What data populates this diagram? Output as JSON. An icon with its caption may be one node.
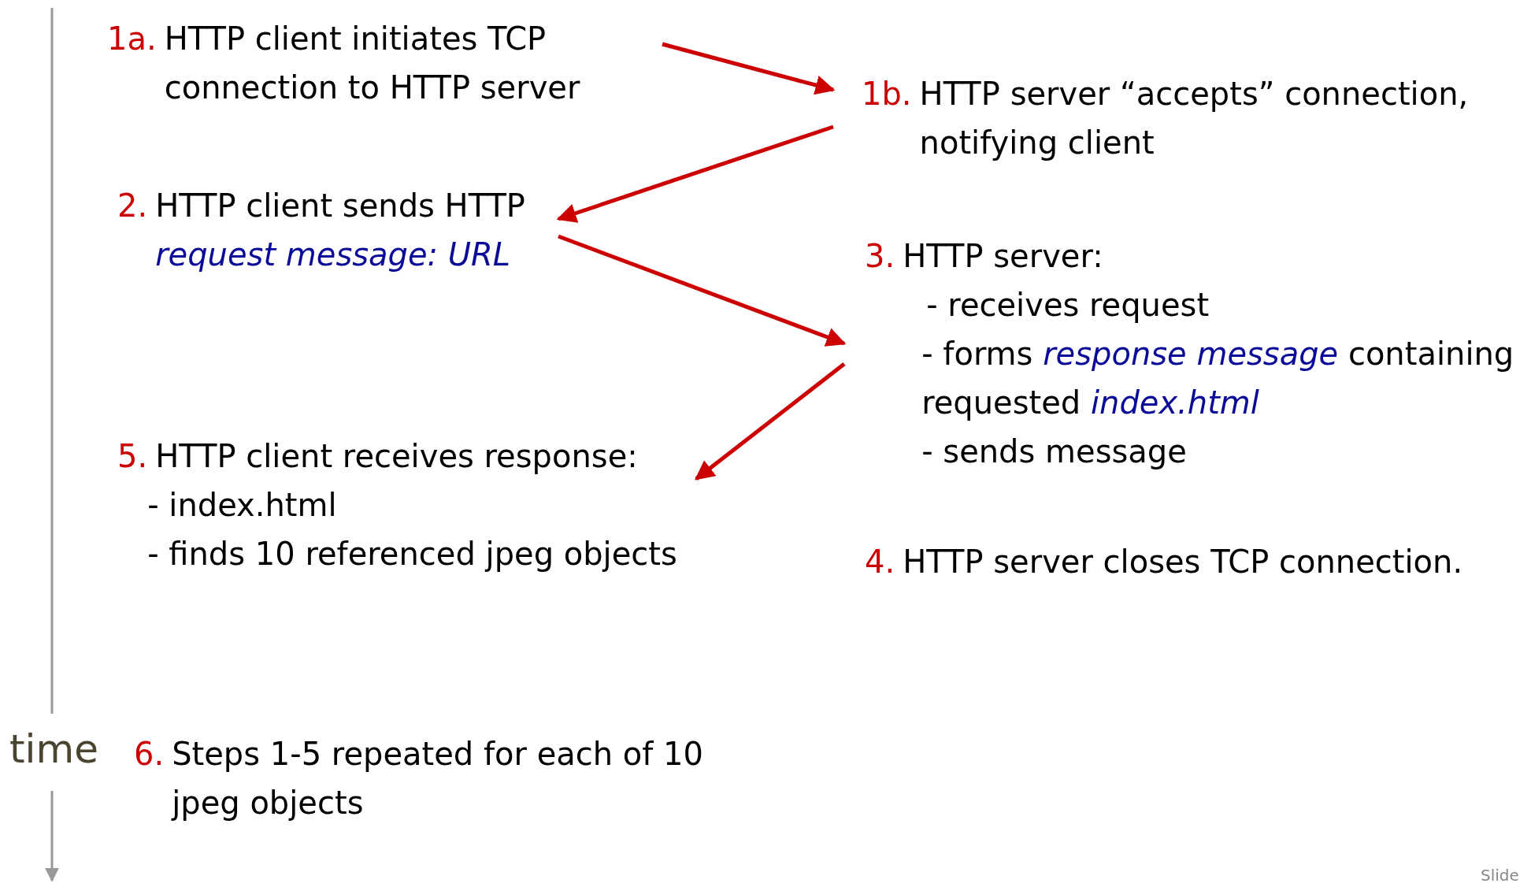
{
  "diagram": {
    "nodes": [
      {
        "text": [
          "1a.",
          "HTTP client initiates TCP connection to HTTP server"
        ]
      },
      {
        "text": [
          "1b.",
          "HTTP server “accepts” connection, notifying client"
        ]
      },
      {
        "text": [
          "2.",
          "HTTP client sends HTTP *request message: URL*"
        ]
      },
      {
        "text": [
          "3.",
          "HTTP server:",
          "- receives request",
          "- forms *response message* containing requested *index.html*",
          "- sends message"
        ]
      },
      {
        "text": [
          "4.",
          "HTTP server closes TCP connection."
        ]
      },
      {
        "text": [
          "5.",
          "HTTP client receives response:",
          "- index.html",
          "- finds 10 referenced jpeg objects"
        ]
      },
      {
        "text": [
          "6.",
          "Steps 1-5 repeated for each of 10 jpeg objects"
        ]
      }
    ],
    "edges": [
      {
        "from": 0,
        "to": 1,
        "arrow": "to"
      },
      {
        "from": 1,
        "to": 2,
        "arrow": "to"
      },
      {
        "from": 2,
        "to": 3,
        "arrow": "to"
      },
      {
        "from": 3,
        "to": 5,
        "arrow": "to"
      }
    ],
    "labels": [
      "time",
      "Slide"
    ]
  }
}
